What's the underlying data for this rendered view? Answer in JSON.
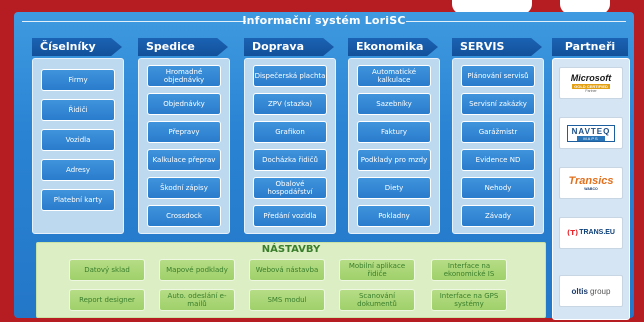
{
  "title": "Informační systém LoriSC",
  "columns": [
    {
      "header": "Číselníky",
      "items": [
        "Firmy",
        "Řidiči",
        "Vozidla",
        "Adresy",
        "Platební karty"
      ]
    },
    {
      "header": "Spedice",
      "items": [
        "Hromadné objednávky",
        "Objednávky",
        "Přepravy",
        "Kalkulace přeprav",
        "Škodní zápisy",
        "Crossdock"
      ]
    },
    {
      "header": "Doprava",
      "items": [
        "Dispečerská plachta",
        "ZPV (stazka)",
        "Grafikon",
        "Docházka řidičů",
        "Obalové hospodářství",
        "Předání vozidla"
      ]
    },
    {
      "header": "Ekonomika",
      "items": [
        "Automatické kalkulace",
        "Sazebníky",
        "Faktury",
        "Podklady pro mzdy",
        "Diety",
        "Pokladny"
      ]
    },
    {
      "header": "SERVIS",
      "items": [
        "Plánování servisů",
        "Servisní zakázky",
        "Garážmistr",
        "Evidence ND",
        "Nehody",
        "Závady"
      ]
    }
  ],
  "partners": {
    "header": "Partneři",
    "microsoft": {
      "word": "Microsoft",
      "cert": "GOLD CERTIFIED",
      "sub": "Partner"
    },
    "navteq": {
      "top": "NAVTEQ",
      "bottom": "MAPS"
    },
    "transics": {
      "word": "Transics",
      "sub": "WABCO"
    },
    "transeu": {
      "word": "TRANS.EU",
      "mark": "(T)"
    },
    "oltis": {
      "word": "oltis",
      "word2": "group"
    }
  },
  "nastavby": {
    "title": "NÁSTAVBY",
    "items": [
      "Datový sklad",
      "Mapové podklady",
      "Webová nástavba",
      "Mobilní aplikace řidiče",
      "Interface na ekonomické IS",
      "Report designer",
      "Auto. odeslání e-mailů",
      "SMS modul",
      "Scanování dokumentů",
      "Interface na GPS systémy"
    ]
  }
}
